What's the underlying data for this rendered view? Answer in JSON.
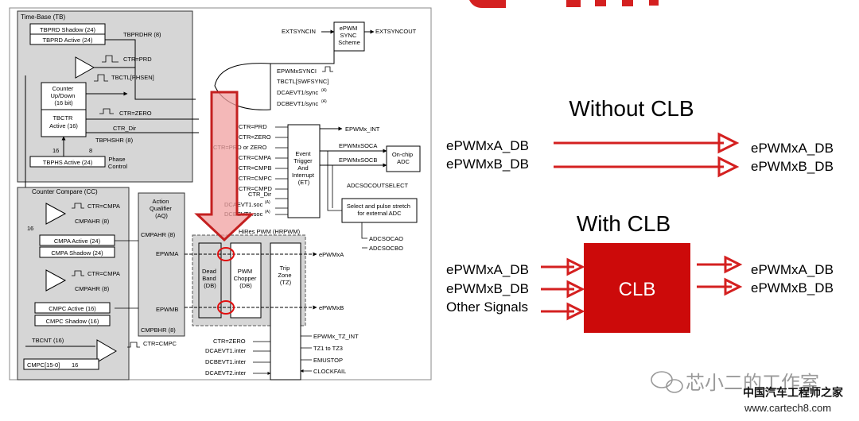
{
  "diagram": {
    "left": {
      "time_base": {
        "title": "Time-Base (TB)",
        "tbprd_shadow": "TBPRD Shadow (24)",
        "tbprd_active": "TBPRD Active (24)",
        "tbprdhr": "TBPRDHR (8)",
        "ctr_prd": "CTR=PRD",
        "tbctl_phsen": "TBCTL[PHSEN]",
        "counter_lines": [
          "Counter",
          "Up/Down",
          "(16 bit)"
        ],
        "ctr_zero": "CTR=ZERO",
        "tbctr_lines": [
          "TBCTR",
          "Active (16)"
        ],
        "ctr_dir": "CTR_Dir",
        "tbphshr": "TBPHSHR (8)",
        "n16": "16",
        "n8": "8",
        "phase_lines": [
          "Phase",
          "Control"
        ],
        "tbphs_active": "TBPHS Active (24)"
      },
      "sync": {
        "extsyncin": "EXTSYNCIN",
        "scheme_lines": [
          "ePWM",
          "SYNC",
          "Scheme"
        ],
        "extsyncout": "EXTSYNCOUT",
        "inputs": [
          "EPWMxSYNCI",
          "TBCTL[SWFSYNC]",
          "DCAEVT1/sync",
          "DCBEVT1/sync"
        ],
        "sup": "(A)"
      },
      "event_trigger": {
        "inputs": [
          "CTR=PRD",
          "CTR=ZERO",
          "CTR=PRD or ZERO",
          "CTR=CMPA",
          "CTR=CMPB",
          "CTR=CMPC",
          "CTR=CMPD",
          "CTR_Dir",
          "DCAEVT1.soc",
          "DCBEVT1.soc"
        ],
        "sup": "(A)",
        "box_lines": [
          "Event",
          "Trigger",
          "And",
          "Interrupt",
          "(ET)"
        ],
        "epwm_int": "EPWMx_INT",
        "epwm_soca": "EPWMxSOCA",
        "epwm_socb": "EPWMxSOCB",
        "adc_lines": [
          "On-chip",
          "ADC"
        ],
        "adcsocoutselect": "ADCSOCOUTSELECT",
        "stretch_lines": [
          "Select and pulse stretch",
          "for external ADC"
        ],
        "adcsocao": "ADCSOCAO",
        "adcsocbo": "ADCSOCBO"
      },
      "counter_compare": {
        "title": "Counter Compare (CC)",
        "ctr_cmpa": "CTR=CMPA",
        "cmpahr": "CMPAHR (8)",
        "n16": "16",
        "cmpa_active": "CMPA Active (24)",
        "cmpa_shadow": "CMPA Shadow (24)",
        "ctr_cmpa_2": "CTR=CMPA",
        "cmpahr_2": "CMPAHR (8)",
        "cmpc_active": "CMPC Active (16)",
        "cmpc_shadow": "CMPC Shadow (16)"
      },
      "action_qualifier": {
        "lines": [
          "Action",
          "Qualifier",
          "(AQ)"
        ],
        "cmpahr": "CMPAHR (8)",
        "epwma": "EPWMA",
        "epwmb": "EPWMB",
        "cmpbhr": "CMPBHR (8)"
      },
      "hrpwm": {
        "title": "HiRes PWM (HRPWM)",
        "db_lines": [
          "Dead",
          "Band",
          "(DB)"
        ],
        "pc_lines": [
          "PWM",
          "Chopper",
          "(DB)"
        ],
        "tz_lines": [
          "Trip",
          "Zone",
          "(TZ)"
        ],
        "out_a": "ePWMxA",
        "out_b": "ePWMxB"
      },
      "bottom": {
        "tbcnt": "TBCNT (16)",
        "ctr_cmpc": "CTR=CMPC",
        "cmpc_bits": "CMPC[15-0]",
        "n16": "16",
        "tz_inputs": [
          "CTR=ZERO",
          "DCAEVT1.inter",
          "DCBEVT1.inter",
          "DCAEVT2.inter"
        ],
        "tz_right": [
          "EPWMx_TZ_INT",
          "TZ1 to TZ3",
          "EMUSTOP",
          "CLOCKFAIL"
        ]
      }
    },
    "right": {
      "without_title": "Without CLB",
      "without_in": [
        "ePWMxA_DB",
        "ePWMxB_DB"
      ],
      "without_out": [
        "ePWMxA_DB",
        "ePWMxB_DB"
      ],
      "with_title": "With CLB",
      "clb_label": "CLB",
      "with_in": [
        "ePWMxA_DB",
        "ePWMxB_DB",
        "Other Signals"
      ],
      "with_out": [
        "ePWMxA_DB",
        "ePWMxB_DB"
      ]
    },
    "watermark": {
      "wechat": "芯小二的工作室",
      "site_name": "中国汽车工程师之家",
      "site_url": "www.cartech8.com"
    },
    "colors": {
      "red": "#d42020",
      "clb_fill": "#cc0a0a",
      "panel_gray": "#d6d6d6",
      "highlight": "#f0a0a0"
    }
  }
}
